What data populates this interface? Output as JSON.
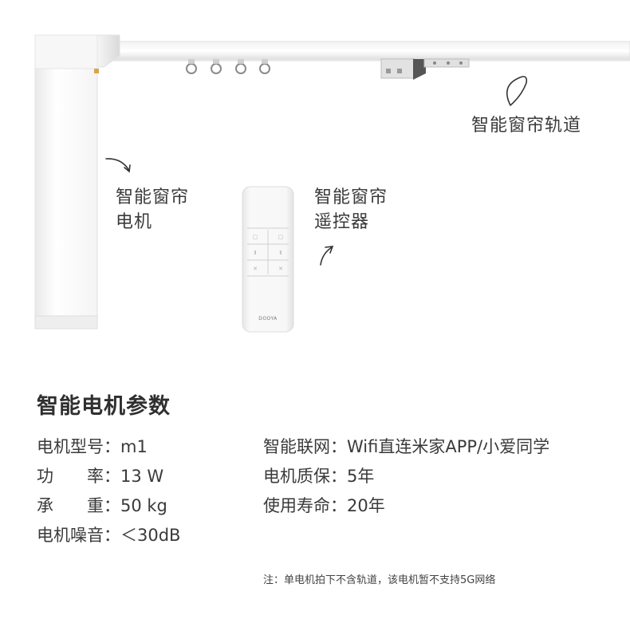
{
  "labels": {
    "track": "智能窗帘轨道",
    "motor_line1": "智能窗帘",
    "motor_line2": "电机",
    "remote_line1": "智能窗帘",
    "remote_line2": "遥控器"
  },
  "remote": {
    "brand": "DOOYA"
  },
  "specs": {
    "title": "智能电机参数",
    "left": [
      {
        "key": "电机型号：",
        "value": "m1"
      },
      {
        "key": "功　　率：",
        "value": "13 W"
      },
      {
        "key": "承　　重：",
        "value": "50 kg"
      },
      {
        "key": "电机噪音：",
        "value": "＜30dB"
      }
    ],
    "right": [
      {
        "key": "智能联网：",
        "value": "Wifi直连米家APP/小爱同学"
      },
      {
        "key": "电机质保：",
        "value": "5年"
      },
      {
        "key": "使用寿命：",
        "value": "20年"
      }
    ]
  },
  "note": "注：单电机拍下不含轨道，该电机暂不支持5G网络"
}
